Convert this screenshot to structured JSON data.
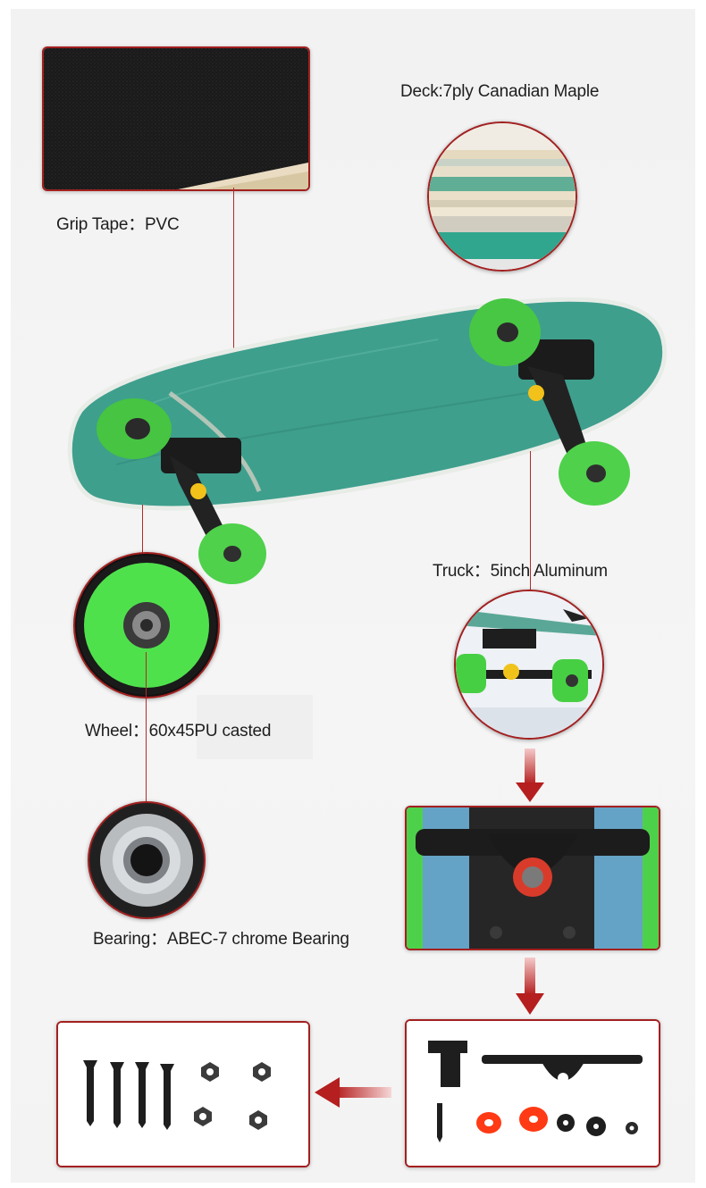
{
  "labels": {
    "grip_tape": "Grip Tape：PVC",
    "deck": "Deck:7ply Canadian Maple",
    "truck": "Truck：5inch Aluminum",
    "wheel": "Wheel：60x45PU casted",
    "bearing": "Bearing：ABEC-7 chrome Bearing"
  },
  "colors": {
    "accent_red": "#a32020",
    "deck_teal": "#3d9e8f",
    "wheel_green": "#4ed14a",
    "truck_black": "#1b1b1b"
  },
  "icons": {
    "down_arrow_1": "arrow-down-icon",
    "down_arrow_2": "arrow-down-icon",
    "left_arrow": "arrow-left-icon"
  }
}
